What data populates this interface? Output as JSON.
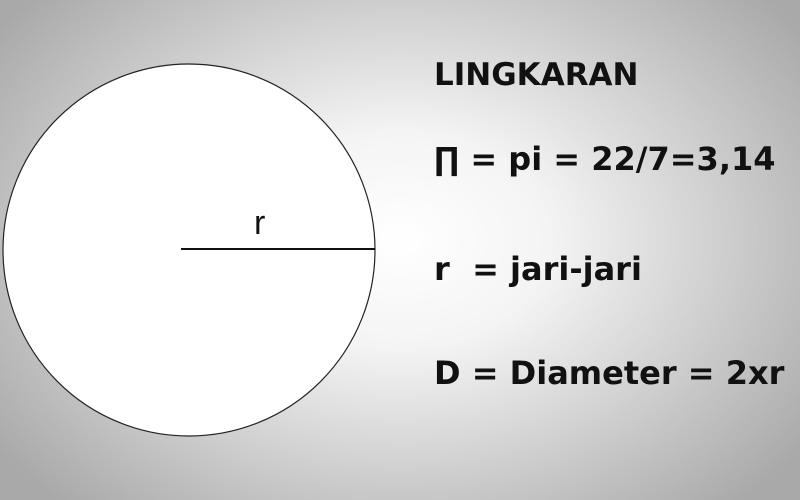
{
  "title": "LINGKARAN",
  "diagram": {
    "radius_label": "r"
  },
  "formulas": {
    "pi": "∏ = pi = 22/7=3,14",
    "radius": "r  = jari-jari",
    "diameter": "D = Diameter = 2xr"
  }
}
